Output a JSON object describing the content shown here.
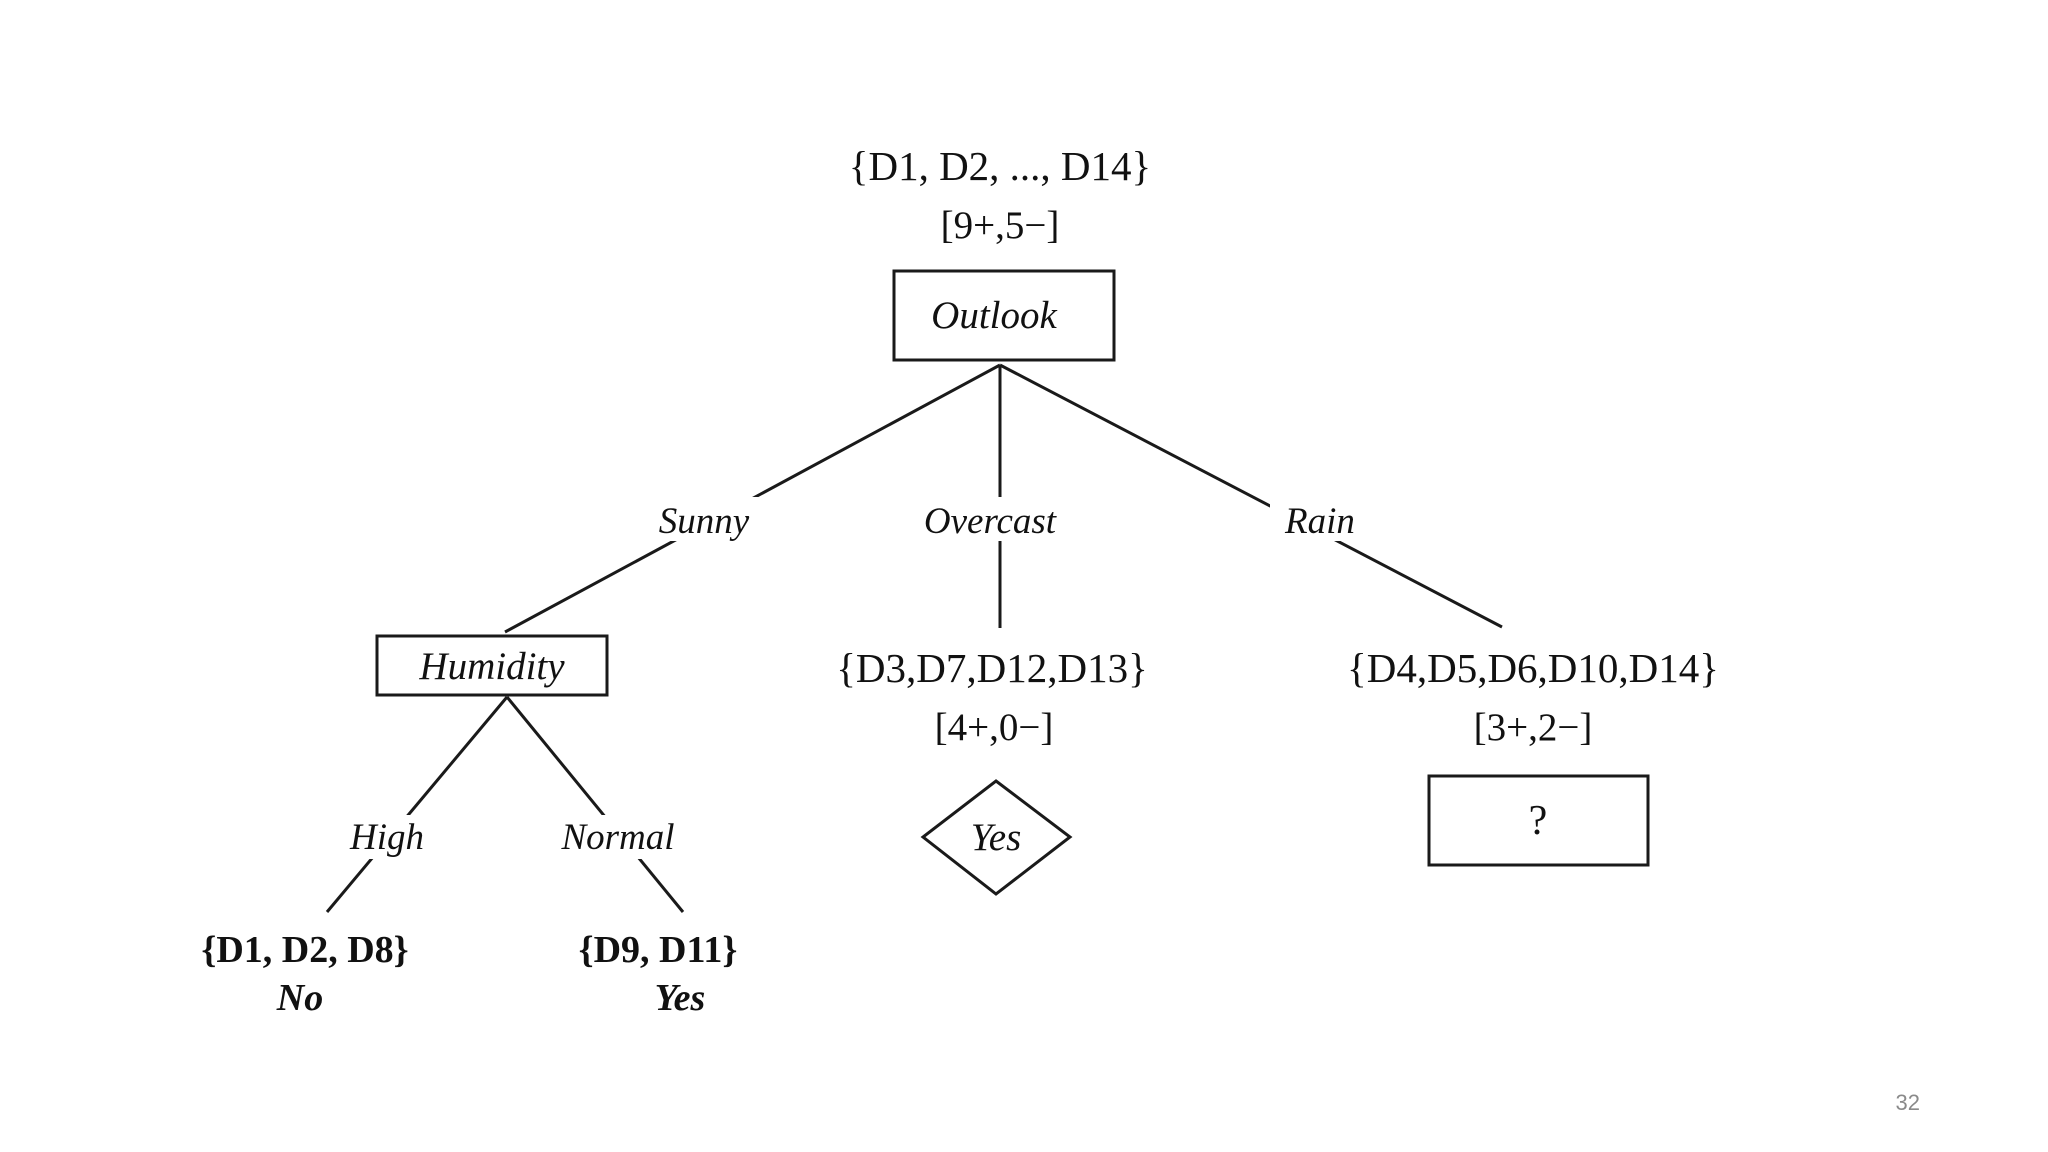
{
  "root": {
    "set": "{D1, D2, ..., D14}",
    "counts": "[9+,5−]",
    "attribute": "Outlook"
  },
  "branches": {
    "sunny": "Sunny",
    "overcast": "Overcast",
    "rain": "Rain",
    "high": "High",
    "normal": "Normal"
  },
  "humidity": {
    "attribute": "Humidity"
  },
  "overcast_node": {
    "set": "{D3,D7,D12,D13}",
    "counts": "[4+,0−]",
    "class": "Yes"
  },
  "rain_node": {
    "set": "{D4,D5,D6,D10,D14}",
    "counts": "[3+,2−]",
    "unknown": "?"
  },
  "high_leaf": {
    "set": "{D1, D2, D8}",
    "class": "No"
  },
  "normal_leaf": {
    "set": "{D9, D11}",
    "class": "Yes"
  },
  "slide": {
    "page_number": "32"
  }
}
